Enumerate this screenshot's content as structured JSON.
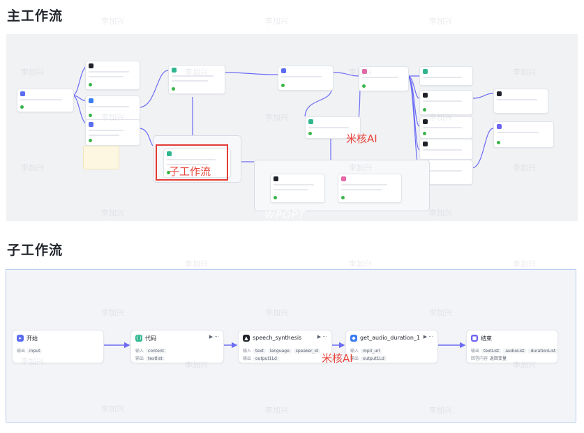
{
  "headings": {
    "main": "主工作流",
    "sub": "子工作流"
  },
  "main_canvas": {
    "highlight_label": "子工作流",
    "brand_label": "米核AI",
    "footer_watermark": "WPOPT"
  },
  "sub_canvas": {
    "brand_label": "米核AI",
    "nodes": [
      {
        "title": "开始",
        "icon_color": "#5b6cf0",
        "icon_glyph": "▸",
        "tools": "",
        "row1": {
          "label": "输出",
          "chips": [
            "input"
          ]
        }
      },
      {
        "title": "代码",
        "icon_color": "#2fb68e",
        "icon_glyph": "{}",
        "tools": "▶ ···",
        "row1": {
          "label": "输入",
          "chips": [
            "content"
          ]
        },
        "row2": {
          "label": "输出",
          "chips": [
            "textlist"
          ]
        }
      },
      {
        "title": "speech_synthesis",
        "icon_color": "#1f2329",
        "icon_glyph": "▲",
        "tools": "▶ ···",
        "row1": {
          "label": "输入",
          "chips": [
            "text",
            "language",
            "speaker_id"
          ]
        },
        "row2": {
          "label": "输出",
          "chips": [
            "output1Ld"
          ]
        }
      },
      {
        "title": "get_audio_duration_1",
        "icon_color": "#3a7cf0",
        "icon_glyph": "◆",
        "tools": "▶ ···",
        "row1": {
          "label": "输入",
          "chips": [
            "mp3_url"
          ]
        },
        "row2": {
          "label": "输出",
          "chips": [
            "output1Ld"
          ]
        }
      },
      {
        "title": "结束",
        "icon_color": "#6c63f0",
        "icon_glyph": "■",
        "tools": "",
        "row1": {
          "label": "输出",
          "chips": [
            "textList",
            "audioList",
            "durationList"
          ]
        },
        "row2": {
          "label": "回答内容",
          "plain": "返回变量"
        }
      }
    ]
  },
  "watermark": "李加兴",
  "colors": {
    "edge": "#6b6cf3",
    "highlight": "#e33b36",
    "panel_border": "#b7cdf2"
  }
}
